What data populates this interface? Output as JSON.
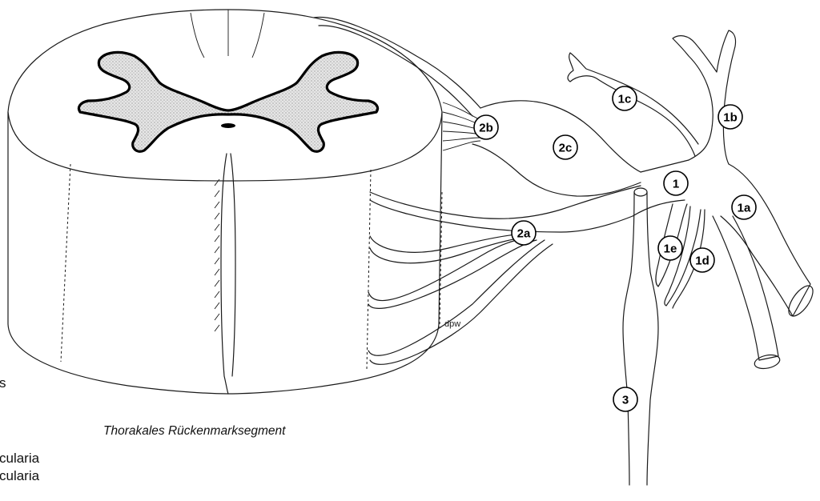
{
  "caption": "Thorakales Rückenmarksegment",
  "dpw_label": "dpw",
  "cut_left_text": {
    "line1": "s",
    "line2": "cularia",
    "line3": "cularia"
  },
  "markers": [
    {
      "id": "1",
      "label": "1"
    },
    {
      "id": "1a",
      "label": "1a"
    },
    {
      "id": "1b",
      "label": "1b"
    },
    {
      "id": "1c",
      "label": "1c"
    },
    {
      "id": "1d",
      "label": "1d"
    },
    {
      "id": "1e",
      "label": "1e"
    },
    {
      "id": "2a",
      "label": "2a"
    },
    {
      "id": "2b",
      "label": "2b"
    },
    {
      "id": "2c",
      "label": "2c"
    },
    {
      "id": "3",
      "label": "3"
    }
  ]
}
